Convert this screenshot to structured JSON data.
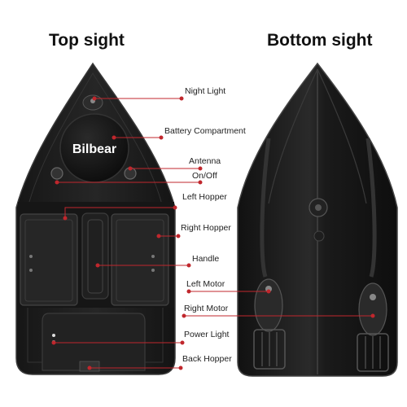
{
  "headings": {
    "top_view": "Top sight",
    "bottom_view": "Bottom sight"
  },
  "brand": "Bilbear",
  "callouts": [
    {
      "label": "Night Light"
    },
    {
      "label": "Battery Compartment"
    },
    {
      "label": "Antenna"
    },
    {
      "label": "On/Off"
    },
    {
      "label": "Left Hopper"
    },
    {
      "label": "Right Hopper"
    },
    {
      "label": "Handle"
    },
    {
      "label": "Left Motor"
    },
    {
      "label": "Right Motor"
    },
    {
      "label": "Power Light"
    },
    {
      "label": "Back Hopper"
    }
  ],
  "colors": {
    "hull": "#1c1c1c",
    "hull_light": "#2e2e2e",
    "leader_line": "#c0272d",
    "text": "#222222"
  }
}
